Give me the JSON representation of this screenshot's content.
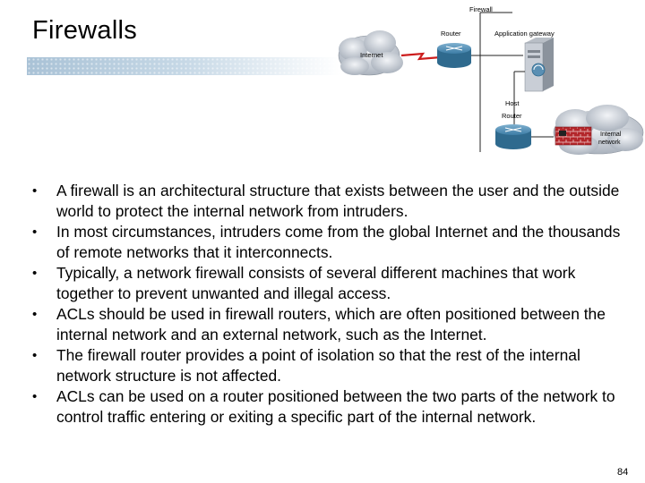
{
  "slide": {
    "title": "Firewalls",
    "page_number": "84"
  },
  "diagram": {
    "firewall_label": "Firewall",
    "router_label": "Router",
    "app_gateway_label": "Application gateway",
    "internet_label": "Internet",
    "host_label": "Host",
    "router2_label": "Router",
    "internal_label_1": "Internal",
    "internal_label_2": "network"
  },
  "bullets": [
    "A firewall is an architectural structure that exists between the user and the outside world to protect the internal network from intruders.",
    "In most circumstances, intruders come from the global Internet and the thousands of remote networks that it interconnects.",
    "Typically, a network firewall consists of several different machines that work together to prevent unwanted and illegal access.",
    "ACLs should be used in firewall routers, which are often positioned between the internal network and an external network, such as the Internet.",
    "The firewall router provides a point of isolation so that the rest of the internal network structure is not affected.",
    "ACLs can be used on a router positioned between the two parts of the network to control traffic entering or exiting a specific part of the internal network."
  ],
  "colors": {
    "cloud": "#c9ced6",
    "router_blue": "#2f6a8e",
    "link_red": "#cc1c1c",
    "brick_red": "#b3262a"
  }
}
